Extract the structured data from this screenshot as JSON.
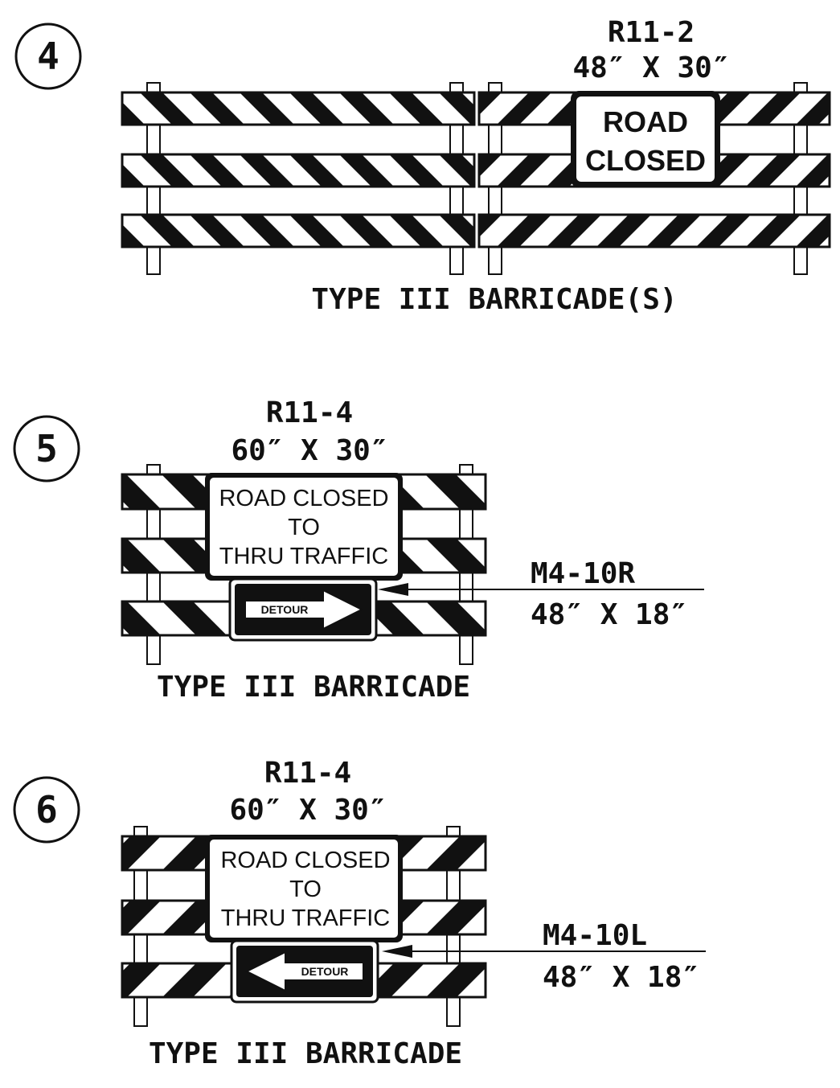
{
  "colors": {
    "ink": "#111111",
    "paper": "#ffffff"
  },
  "panels": [
    {
      "number": "4",
      "sign_code": "R11-2",
      "sign_size": "48″ X 30″",
      "sign_legend": [
        "ROAD",
        "CLOSED"
      ],
      "caption": "TYPE III BARRICADE(S)"
    },
    {
      "number": "5",
      "sign_code": "R11-4",
      "sign_size": "60″ X 30″",
      "sign_legend": [
        "ROAD CLOSED",
        "TO",
        "THRU TRAFFIC"
      ],
      "detour_code": "M4-10R",
      "detour_size": "48″ X 18″",
      "detour_word": "DETOUR",
      "detour_direction": "right",
      "caption": "TYPE III BARRICADE"
    },
    {
      "number": "6",
      "sign_code": "R11-4",
      "sign_size": "60″ X 30″",
      "sign_legend": [
        "ROAD CLOSED",
        "TO",
        "THRU TRAFFIC"
      ],
      "detour_code": "M4-10L",
      "detour_size": "48″ X 18″",
      "detour_word": "DETOUR",
      "detour_direction": "left",
      "caption": "TYPE III BARRICADE"
    }
  ]
}
